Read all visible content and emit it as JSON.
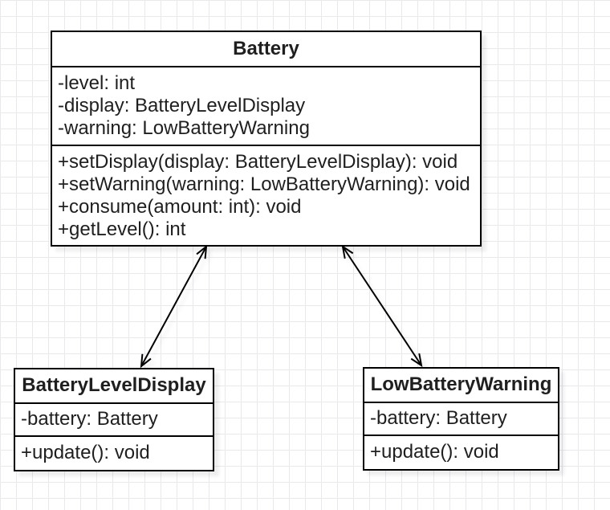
{
  "classes": {
    "battery": {
      "name": "Battery",
      "attributes": [
        "-level: int",
        "-display: BatteryLevelDisplay",
        "-warning: LowBatteryWarning"
      ],
      "methods": [
        "+setDisplay(display: BatteryLevelDisplay): void",
        "+setWarning(warning: LowBatteryWarning): void",
        "+consume(amount: int): void",
        "+getLevel(): int"
      ]
    },
    "display": {
      "name": "BatteryLevelDisplay",
      "attributes": [
        "-battery: Battery"
      ],
      "methods": [
        "+update(): void"
      ]
    },
    "warning": {
      "name": "LowBatteryWarning",
      "attributes": [
        "-battery: Battery"
      ],
      "methods": [
        "+update(): void"
      ]
    }
  },
  "connections": [
    {
      "from": "Battery",
      "to": "BatteryLevelDisplay",
      "style": "bidirectional-open-arrow"
    },
    {
      "from": "Battery",
      "to": "LowBatteryWarning",
      "style": "bidirectional-open-arrow"
    }
  ],
  "colors": {
    "stroke": "#000000",
    "box_fill": "#ffffff",
    "canvas": "#ffffff",
    "grid_line": "#e9e9ec",
    "text": "#1f1f1f"
  }
}
